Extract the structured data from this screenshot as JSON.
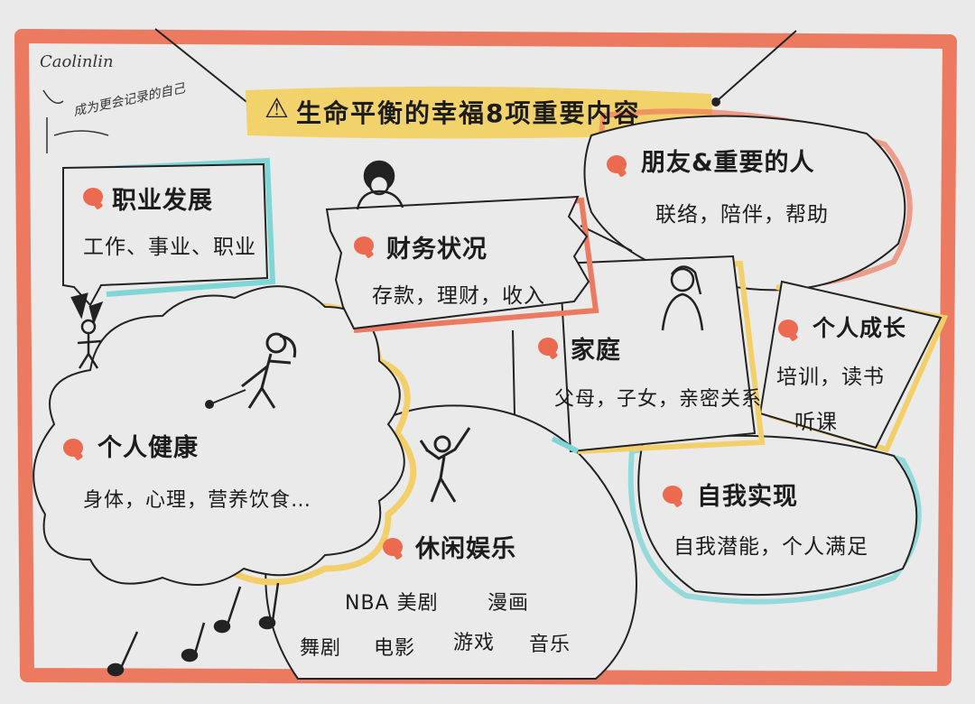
{
  "title": "生命平衡的幸福8项重要内容",
  "signature": {
    "name": "Caolinlin",
    "text": "成为更会记录的自己"
  },
  "colors": {
    "frame": "#ec7a60",
    "highlight": "#f2d36b",
    "accent_blue": "#7fd6d6",
    "accent_yellow": "#f3cf6a",
    "bullet": "#ec6a50",
    "ink": "#1c1c1c"
  },
  "sections": {
    "career": {
      "title": "职业发展",
      "body": "工作、事业、职业"
    },
    "finance": {
      "title": "财务状况",
      "body": "存款，理财，收入"
    },
    "friends": {
      "title": "朋友&重要的人",
      "body": "联络，陪伴，帮助"
    },
    "family": {
      "title": "家庭",
      "body": "父母，子女，亲密关系"
    },
    "growth": {
      "title": "个人成长",
      "body1": "培训，读书",
      "body2": "听课"
    },
    "health": {
      "title": "个人健康",
      "body": "身体，心理，营养饮食…"
    },
    "self": {
      "title": "自我实现",
      "body": "自我潜能，个人满足"
    },
    "leisure": {
      "title": "休闲娱乐",
      "line1a": "NBA 美剧",
      "line1b": "漫画",
      "line2a": "舞剧",
      "line2b": "电影",
      "line2c": "游戏",
      "line2d": "音乐"
    }
  },
  "icons": [
    "warning-icon",
    "bullet-icon",
    "person-icon",
    "music-note-icon"
  ]
}
